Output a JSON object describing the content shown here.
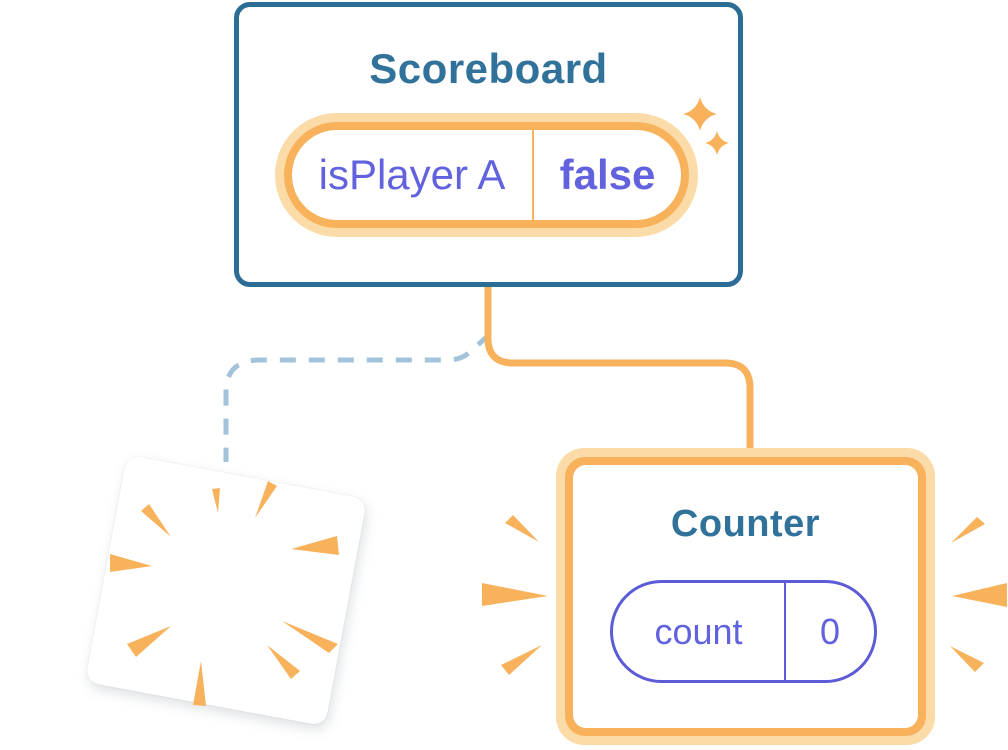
{
  "diagram": {
    "description": "component-tree-state-diagram",
    "background": "#ffffff"
  },
  "scoreboard": {
    "title": "Scoreboard",
    "state": {
      "name": "isPlayer A",
      "value": "false"
    },
    "sparkles_icon": "sparkles-icon"
  },
  "counter": {
    "title": "Counter",
    "state": {
      "name": "count",
      "value": "0"
    },
    "emphasis_icon": "emphasis-rays-icon"
  },
  "destroyed_component": {
    "poof_icon": "poof-burst-icon"
  },
  "edges": {
    "active": {
      "style": "solid",
      "color": "#F8B25C"
    },
    "removed": {
      "style": "dashed",
      "color": "#A3C3DA"
    }
  },
  "colors": {
    "card_border_teal": "#2B6D94",
    "title_teal": "#31729A",
    "orange": "#F8B25C",
    "orange_halo": "#FBDCA8",
    "purple_text": "#6262DE",
    "purple_border": "#5C5CD6",
    "dashed_edge_blue": "#A3C3DA",
    "white": "#ffffff"
  }
}
